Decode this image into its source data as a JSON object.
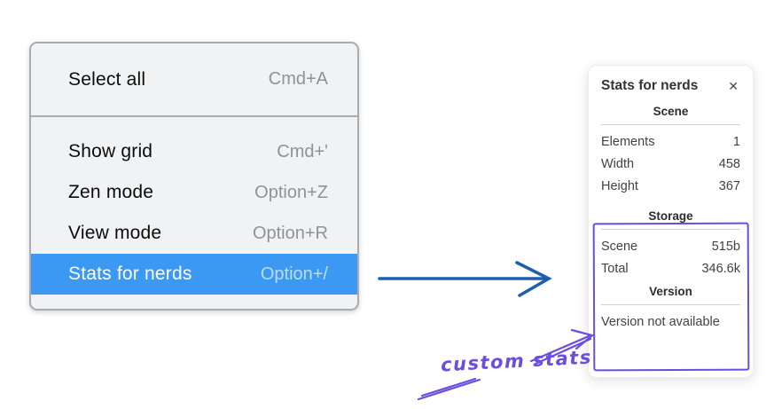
{
  "context_menu": {
    "items": [
      {
        "label": "Select all",
        "shortcut": "Cmd+A",
        "highlighted": false
      },
      {
        "label": "Show grid",
        "shortcut": "Cmd+'",
        "highlighted": false
      },
      {
        "label": "Zen mode",
        "shortcut": "Option+Z",
        "highlighted": false
      },
      {
        "label": "View mode",
        "shortcut": "Option+R",
        "highlighted": false
      },
      {
        "label": "Stats for nerds",
        "shortcut": "Option+/",
        "highlighted": true
      }
    ],
    "highlight_color": "#3b99f4"
  },
  "stats_panel": {
    "title": "Stats for nerds",
    "close_icon": "✕",
    "sections": [
      {
        "title": "Scene",
        "rows": [
          {
            "label": "Elements",
            "value": "1"
          },
          {
            "label": "Width",
            "value": "458"
          },
          {
            "label": "Height",
            "value": "367"
          }
        ]
      },
      {
        "title": "Storage",
        "rows": [
          {
            "label": "Scene",
            "value": "515b"
          },
          {
            "label": "Total",
            "value": "346.6k"
          }
        ]
      },
      {
        "title": "Version",
        "note": "Version not available"
      }
    ]
  },
  "annotation": {
    "label": "custom stats",
    "color": "#6b4de0"
  },
  "arrow_color": "#1d5fad"
}
